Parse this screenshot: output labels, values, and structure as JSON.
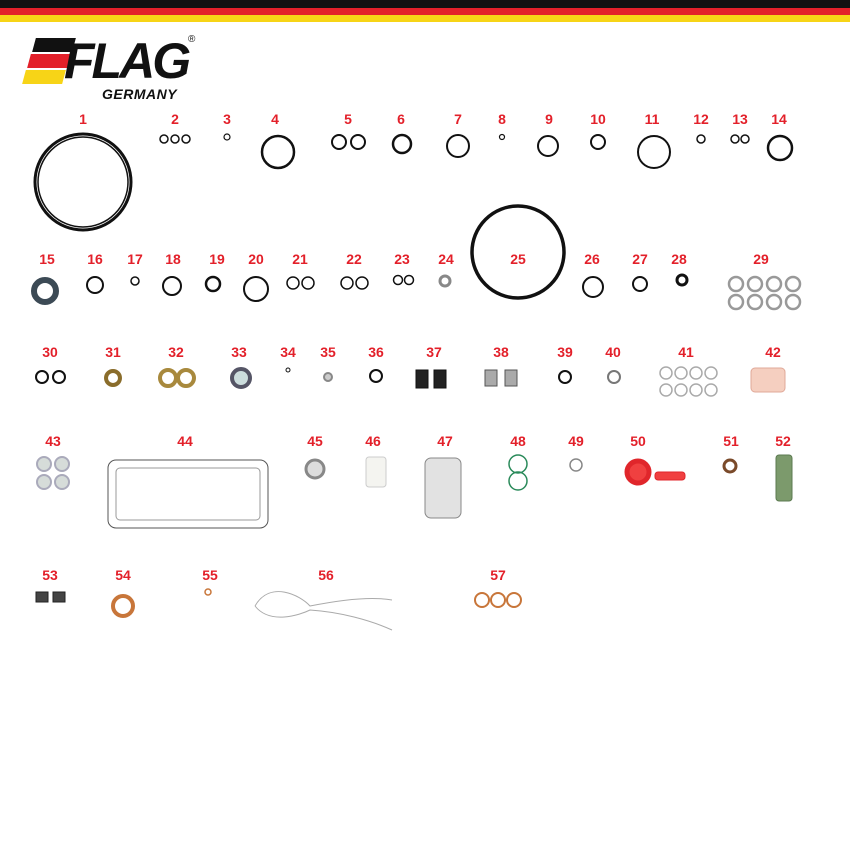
{
  "flag_colors": {
    "black": "#111111",
    "red": "#e3202a",
    "yellow": "#f7d417"
  },
  "logo": {
    "brand": "FLAG",
    "registered": "®",
    "subtitle": "GERMANY"
  },
  "part_numbers": [
    "1",
    "2",
    "3",
    "4",
    "5",
    "6",
    "7",
    "8",
    "9",
    "10",
    "11",
    "12",
    "13",
    "14",
    "15",
    "16",
    "17",
    "18",
    "19",
    "20",
    "21",
    "22",
    "23",
    "24",
    "25",
    "26",
    "27",
    "28",
    "29",
    "30",
    "31",
    "32",
    "33",
    "34",
    "35",
    "36",
    "37",
    "38",
    "39",
    "40",
    "41",
    "42",
    "43",
    "44",
    "45",
    "46",
    "47",
    "48",
    "49",
    "50",
    "51",
    "52",
    "53",
    "54",
    "55",
    "56",
    "57"
  ]
}
